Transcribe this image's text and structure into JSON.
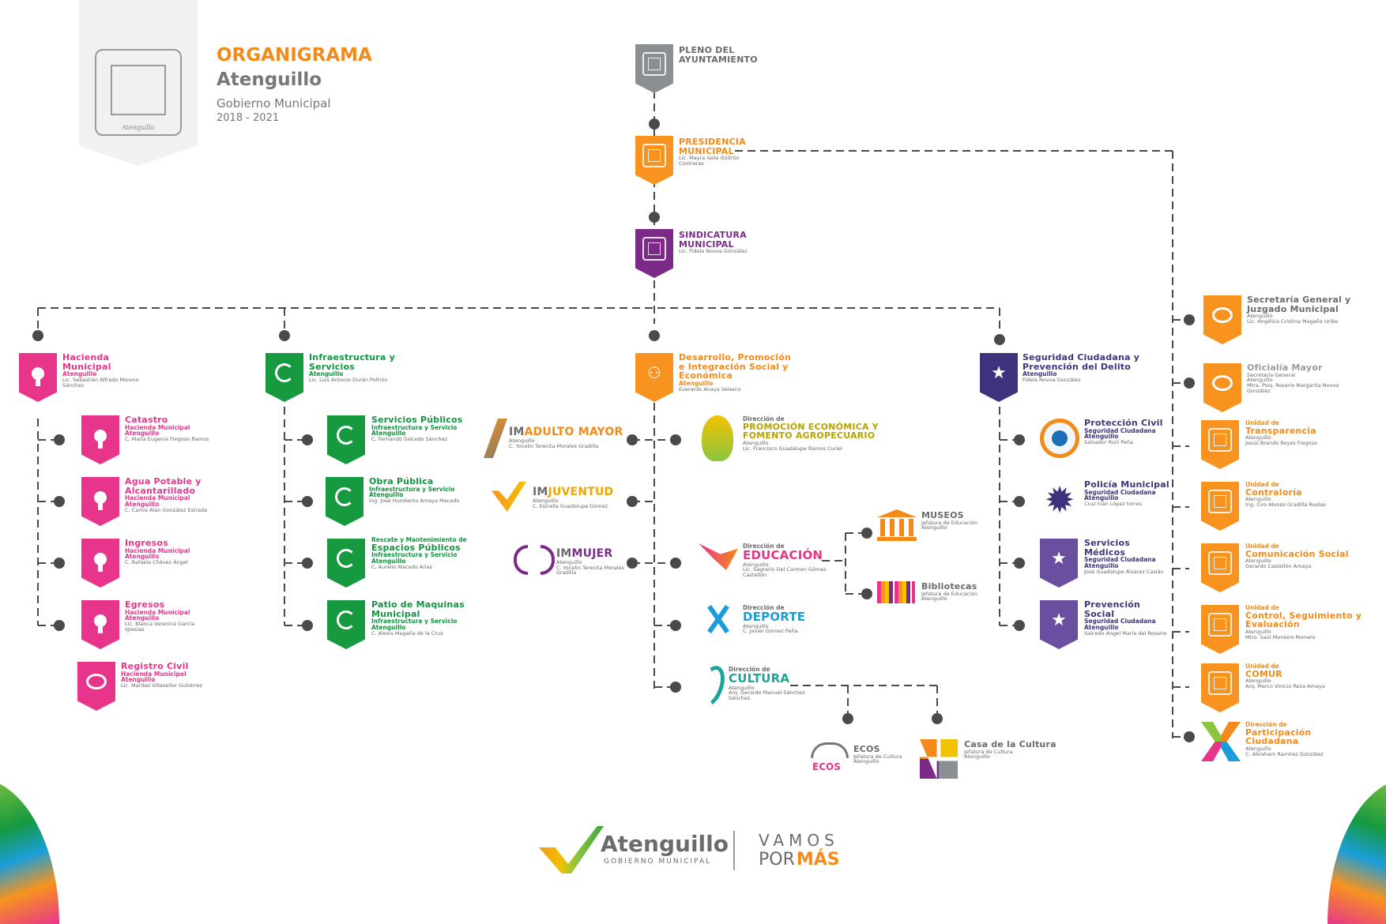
{
  "header": {
    "title": "ORGANIGRAMA",
    "subtitle": "Atenguillo",
    "line3": "Gobierno Municipal",
    "years": "2018 - 2021",
    "crest_caption": "Atenguillo"
  },
  "colors": {
    "pink": "#e8358c",
    "green": "#16993f",
    "orange": "#f7931e",
    "purple": "#7b2a88",
    "navy": "#3f327d",
    "grey": "#8a8f93",
    "lilac": "#6a4fa0",
    "connector": "#4a4a4a"
  },
  "top": {
    "pleno": {
      "title": "PLENO DEL AYUNTAMIENTO"
    },
    "presidencia": {
      "title": "PRESIDENCIA MUNICIPAL",
      "person": "Lic. Mayra Isela Güitrón Contreras"
    },
    "sindicatura": {
      "title": "SINDICATURA MUNICIPAL",
      "person": "Lic. Fidela Novoa González"
    }
  },
  "hacienda": {
    "title": "Hacienda Municipal",
    "org": "Atenguillo",
    "person": "Lic. Sebastián Alfredo Moreno Sánchez",
    "children": [
      {
        "title": "Catastro",
        "sub": "Hacienda Municipal",
        "org": "Atenguillo",
        "person": "C. María Eugenia Fregoso Ramos"
      },
      {
        "title": "Agua Potable y Alcantarillado",
        "sub": "Hacienda Municipal",
        "org": "Atenguillo",
        "person": "C. Carlos Alan González Estrada"
      },
      {
        "title": "Ingresos",
        "sub": "Hacienda Municipal",
        "org": "Atenguillo",
        "person": "C. Rafaela Chávez Ángel"
      },
      {
        "title": "Egresos",
        "sub": "Hacienda Municipal",
        "org": "Atenguillo",
        "person": "Lic. Blanca Verenice García Iglesias"
      },
      {
        "title": "Registro Civil",
        "sub": "Hacienda Municipal",
        "org": "Atenguillo",
        "person": "Lic. Maribel Villaseñor Gutiérrez"
      }
    ]
  },
  "infra": {
    "title": "Infraestructura y Servicios",
    "org": "Atenguillo",
    "person": "Lic. Luis Antonio Durán Poltrón",
    "children": [
      {
        "title": "Servicios Públicos",
        "sub": "Infraestructura y Servicio",
        "org": "Atenguillo",
        "person": "C. Fernando Salcedo Sánchez"
      },
      {
        "title": "Obra Pública",
        "sub": "Infraestructura y Servicio",
        "org": "Atenguillo",
        "person": "Ing. José Humberto Amaya Macedo"
      },
      {
        "title": "Espacios Públicos",
        "pre": "Rescate y Mantenimiento de",
        "sub": "Infraestructura y Servicio",
        "org": "Atenguillo",
        "person": "C. Aurelio Macedo Arias"
      },
      {
        "title": "Patio de Maquinas Municipal",
        "sub": "Infraestructura y Servicio",
        "org": "Atenguillo",
        "person": "C. Alexis Magaña de la Cruz"
      }
    ]
  },
  "desarrollo": {
    "title": "Desarrollo, Promoción e Integración Social y Económica",
    "org": "Atenguillo",
    "person": "Everardo Anaya Velasco",
    "left": [
      {
        "brand_pre": "IM",
        "brand": "ADULTO MAYOR",
        "org": "Atenguillo",
        "person": "C. Yocelin Terecita Morales Gradilla"
      },
      {
        "brand_pre": "IM",
        "brand": "JUVENTUD",
        "org": "Atenguillo",
        "person": "C. Estrella Guadalupe Gómez"
      },
      {
        "brand_pre": "IM",
        "brand": "MUJER",
        "org": "Atenguillo",
        "person": "C. Yocelin Terecita Morales Gradilla"
      }
    ],
    "right": [
      {
        "pre": "Dirección de",
        "title": "PROMOCIÓN ECONÓMICA Y FOMENTO AGROPECUARIO",
        "org": "Atenguillo",
        "person": "Lic. Francisco Guadalupe Ramos Curiel"
      },
      {
        "pre": "Dirección de",
        "title": "EDUCACIÓN",
        "org": "Atenguillo",
        "person": "Lic. Sagrario Del Carmen Gómez Castellón"
      },
      {
        "pre": "Dirección de",
        "title": "DEPORTE",
        "org": "Atenguillo",
        "person": "C. Javier Gómez Peña"
      },
      {
        "pre": "Dirección de",
        "title": "CULTURA",
        "org": "Atenguillo",
        "person": "Arq. Gerardo Manuel Sánchez Sánchez"
      }
    ],
    "educacion_children": [
      {
        "title": "MUSEOS",
        "sub": "Jefatura de Educación",
        "org": "Atenguillo"
      },
      {
        "title": "Bibliotecas",
        "sub": "Jefatura de Educación",
        "org": "Atenguillo"
      }
    ],
    "cultura_children": [
      {
        "title": "ECOS",
        "logo": "ECOS",
        "sub": "Jefatura de Cultura",
        "org": "Atenguillo"
      },
      {
        "title": "Casa de la Cultura",
        "sub": "Jefatura de Cultura",
        "org": "Atenguillo"
      }
    ]
  },
  "seguridad": {
    "title": "Seguridad Ciudadana y Prevención del Delito",
    "org": "Atenguillo",
    "person": "Fidela Novoa González",
    "children": [
      {
        "title": "Protección Civil",
        "sub": "Seguridad Ciudadana",
        "org": "Atenguillo",
        "person": "Salvador Ruiz Peña"
      },
      {
        "title": "Policía Municipal",
        "sub": "Seguridad Ciudadana",
        "org": "Atenguillo",
        "person": "Cruz Iván López torres"
      },
      {
        "title": "Servicios Médicos",
        "sub": "Seguridad Ciudadana",
        "org": "Atenguillo",
        "person": "José Guadalupe Álvarez Casián"
      },
      {
        "title": "Prevención Social",
        "sub": "Seguridad Ciudadana",
        "org": "Atenguillo",
        "person": "Salcedo Ángel María del Rosario"
      }
    ]
  },
  "staff": [
    {
      "title": "Secretaría General y Juzgado Municipal",
      "org": "Atenguillo",
      "person": "Lic. Angélica Cristina Magaña Uribe"
    },
    {
      "title": "Oficialía Mayor",
      "sub": "Secretaría General",
      "org": "Atenguillo",
      "person": "Mtra. Psiq. Rosario Margarita Novoa González"
    },
    {
      "pre": "Unidad de",
      "title": "Transparencia",
      "org": "Atenguillo",
      "person": "Jesús Brando Reyes Fregoso"
    },
    {
      "pre": "Unidad de",
      "title": "Contraloría",
      "org": "Atenguillo",
      "person": "Ing. Ciro Alonso Gradilla Ruelas"
    },
    {
      "pre": "Unidad de",
      "title": "Comunicación Social",
      "org": "Atenguillo",
      "person": "Gerardo Castellón Amaya"
    },
    {
      "pre": "Unidad de",
      "title": "Control, Seguimiento y Evaluación",
      "org": "Atenguillo",
      "person": "Mtro. Saúl Montero Romero"
    },
    {
      "pre": "Unidad de",
      "title": "COMUR",
      "org": "Atenguillo",
      "person": "Arq. Marco Vinicio Reza Amaya"
    },
    {
      "pre": "Dirección de",
      "title": "Participación Ciudadana",
      "org": "Atenguillo",
      "person": "C. Abraham Ramírez González"
    }
  ],
  "footer": {
    "brand": "Atenguillo",
    "brand_sub": "GOBIERNO MUNICIPAL",
    "slogan1": "VAMOS",
    "slogan2a": "POR",
    "slogan2b": "MÁS"
  }
}
